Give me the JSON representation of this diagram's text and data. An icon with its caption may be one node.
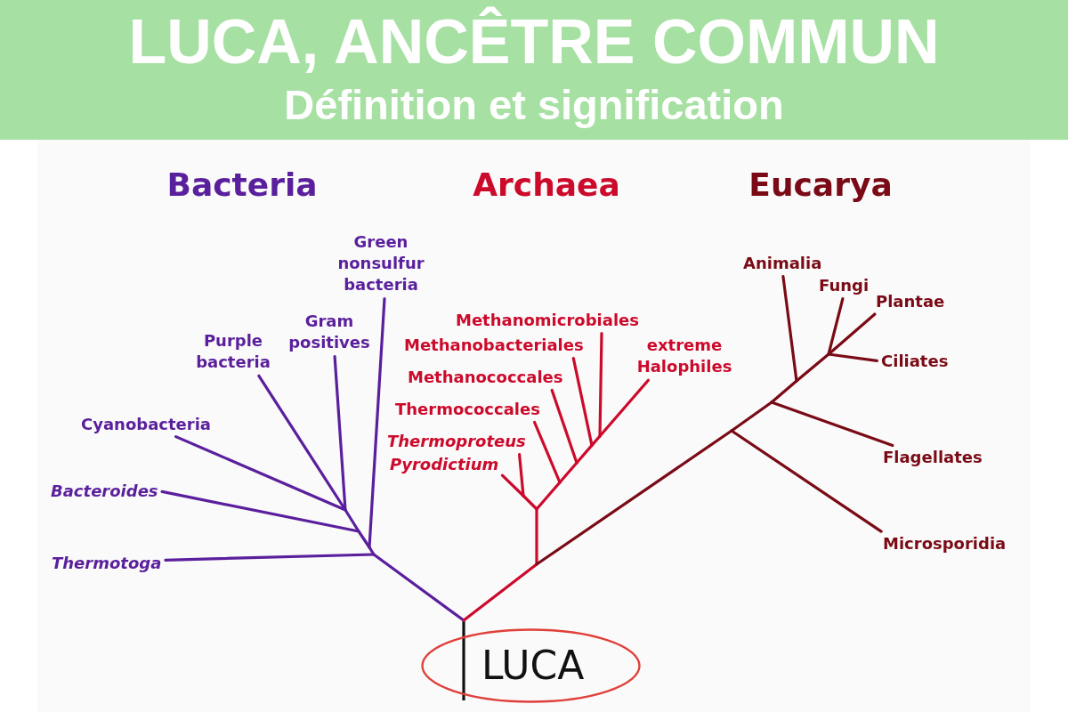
{
  "diagram": {
    "title": "LUCA, ANCÊTRE COMMUN",
    "nodes": [
      {
        "text": [
          "Green nonsulfur bacteria"
        ]
      },
      {
        "text": [
          "Gram positives"
        ]
      },
      {
        "text": [
          "Purple bacteria"
        ]
      },
      {
        "text": [
          "Cyanobacteria"
        ]
      },
      {
        "text": [
          "Bacteroides"
        ]
      },
      {
        "text": [
          "Thermotoga"
        ]
      },
      {
        "text": [
          "Methanomicrobiales"
        ]
      },
      {
        "text": [
          "Methanobacteriales"
        ]
      },
      {
        "text": [
          "Methanococcales"
        ]
      },
      {
        "text": [
          "Thermococcales"
        ]
      },
      {
        "text": [
          "Thermoproteus"
        ]
      },
      {
        "text": [
          "Pyrodictium"
        ]
      },
      {
        "text": [
          "extreme Halophiles"
        ]
      },
      {
        "text": [
          "Animalia"
        ]
      },
      {
        "text": [
          "Fungi"
        ]
      },
      {
        "text": [
          "Plantae"
        ]
      },
      {
        "text": [
          "Ciliates"
        ]
      },
      {
        "text": [
          "Flagellates"
        ]
      },
      {
        "text": [
          "Microsporidia"
        ]
      },
      {
        "text": [
          "LUCA"
        ]
      }
    ],
    "edges": [
      {
        "from": 19,
        "to": 0,
        "arrow": "none",
        "color": "#5a1f9c"
      },
      {
        "from": 19,
        "to": 1,
        "arrow": "none",
        "color": "#5a1f9c"
      },
      {
        "from": 19,
        "to": 2,
        "arrow": "none",
        "color": "#5a1f9c"
      },
      {
        "from": 19,
        "to": 3,
        "arrow": "none",
        "color": "#5a1f9c"
      },
      {
        "from": 19,
        "to": 4,
        "arrow": "none",
        "color": "#5a1f9c"
      },
      {
        "from": 19,
        "to": 5,
        "arrow": "none",
        "color": "#5a1f9c"
      },
      {
        "from": 19,
        "to": 6,
        "arrow": "none",
        "color": "#cc0a2b"
      },
      {
        "from": 19,
        "to": 7,
        "arrow": "none",
        "color": "#cc0a2b"
      },
      {
        "from": 19,
        "to": 8,
        "arrow": "none",
        "color": "#cc0a2b"
      },
      {
        "from": 19,
        "to": 9,
        "arrow": "none",
        "color": "#cc0a2b"
      },
      {
        "from": 19,
        "to": 10,
        "arrow": "none",
        "color": "#cc0a2b"
      },
      {
        "from": 19,
        "to": 11,
        "arrow": "none",
        "color": "#cc0a2b"
      },
      {
        "from": 19,
        "to": 12,
        "arrow": "none",
        "color": "#cc0a2b"
      },
      {
        "from": 19,
        "to": 13,
        "arrow": "none",
        "color": "#7a0b16"
      },
      {
        "from": 19,
        "to": 14,
        "arrow": "none",
        "color": "#7a0b16"
      },
      {
        "from": 19,
        "to": 15,
        "arrow": "none",
        "color": "#7a0b16"
      },
      {
        "from": 19,
        "to": 16,
        "arrow": "none",
        "color": "#7a0b16"
      },
      {
        "from": 19,
        "to": 17,
        "arrow": "none",
        "color": "#7a0b16"
      },
      {
        "from": 19,
        "to": 18,
        "arrow": "none",
        "color": "#7a0b16"
      }
    ],
    "labels": [
      "Définition et signification",
      "Bacteria",
      "Archaea",
      "Eucarya"
    ]
  }
}
